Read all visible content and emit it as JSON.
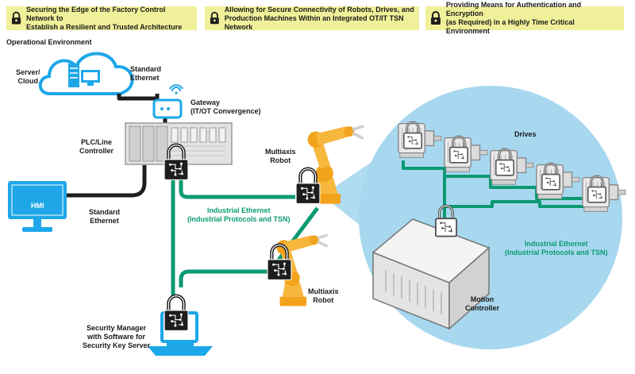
{
  "banners": [
    {
      "text": "Securing the Edge of the Factory Control Network to\nEstablish a Resilient and Trusted Architecture"
    },
    {
      "text": "Allowing for Secure Connectivity of Robots, Drives, and\nProduction Machines Within an Integrated OT/IT TSN Network"
    },
    {
      "text": "Providing Means for Authentication and Encryption\n(as Required) in a Highly Time Critical Environment"
    }
  ],
  "labels": {
    "operational_environment": "Operational Environment",
    "server_cloud": "Server/\nCloud",
    "standard_ethernet_top": "Standard\nEthernet",
    "gateway": "Gateway\n(IT/OT Convergence)",
    "plc": "PLC/Line\nController",
    "hmi": "HMI",
    "standard_ethernet_bottom": "Standard\nEthernet",
    "robot_top": "Multiaxis\nRobot",
    "industrial_ethernet_left": "Industrial Ethernet\n(Industrial Protocols and TSN)",
    "robot_bottom": "Multiaxis\nRobot",
    "security_manager": "Security Manager\nwith Software for\nSecurity Key Server",
    "drives": "Drives",
    "industrial_ethernet_right": "Industrial Ethernet\n(Industrial Protocols and TSN)",
    "motion_controller": "Motion\nController"
  },
  "colors": {
    "accent_blue": "#1ea7e8",
    "network_green": "#0b9a73",
    "banner_yellow": "#f1f09a",
    "robot_orange": "#f2a31c",
    "lock_dark": "#1e1e1e",
    "zoom_circle": "#a7d8ef"
  }
}
